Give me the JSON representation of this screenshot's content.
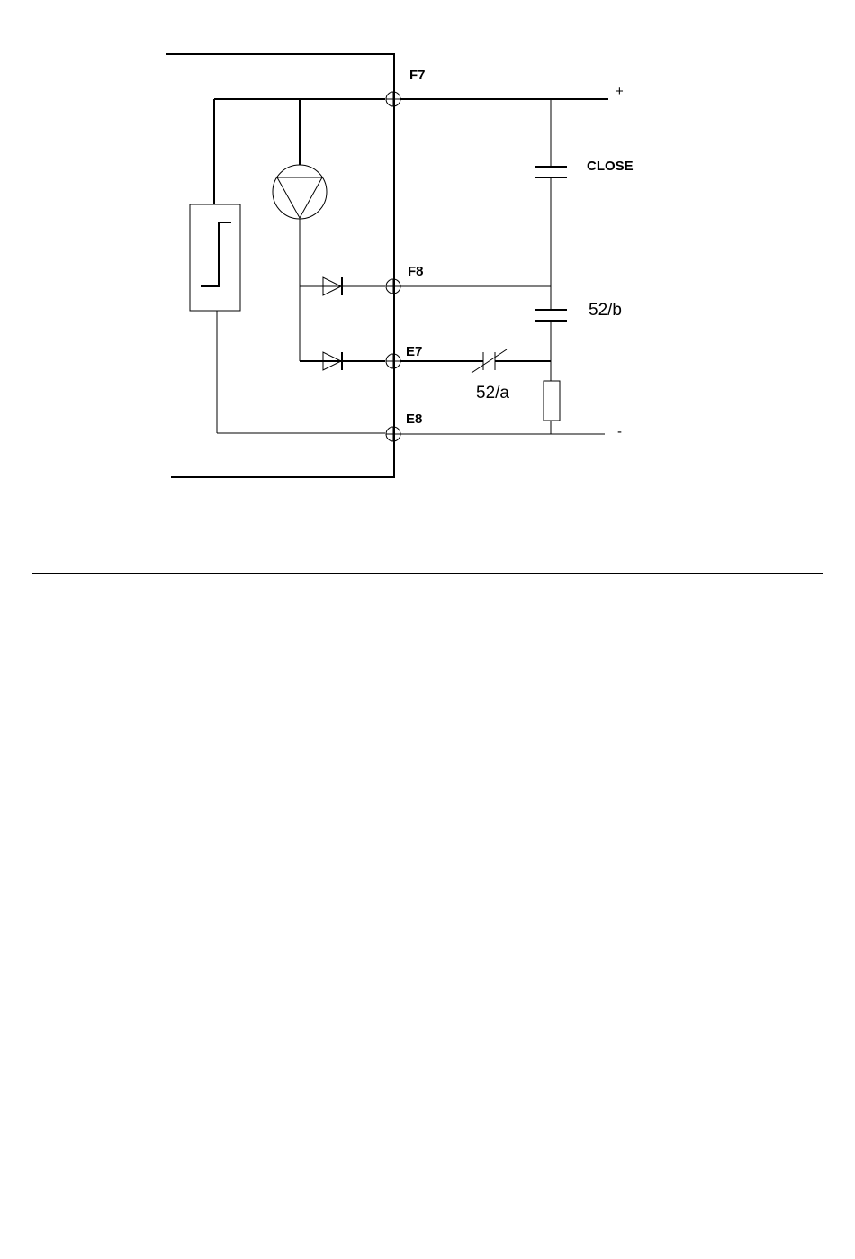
{
  "diagram": {
    "terminals": {
      "f7": "F7",
      "f8": "F8",
      "e7": "E7",
      "e8": "E8"
    },
    "supply": {
      "plus": "+",
      "minus": "-"
    },
    "contacts": {
      "close": "CLOSE",
      "b52": "52/b",
      "a52": "52/a"
    }
  }
}
